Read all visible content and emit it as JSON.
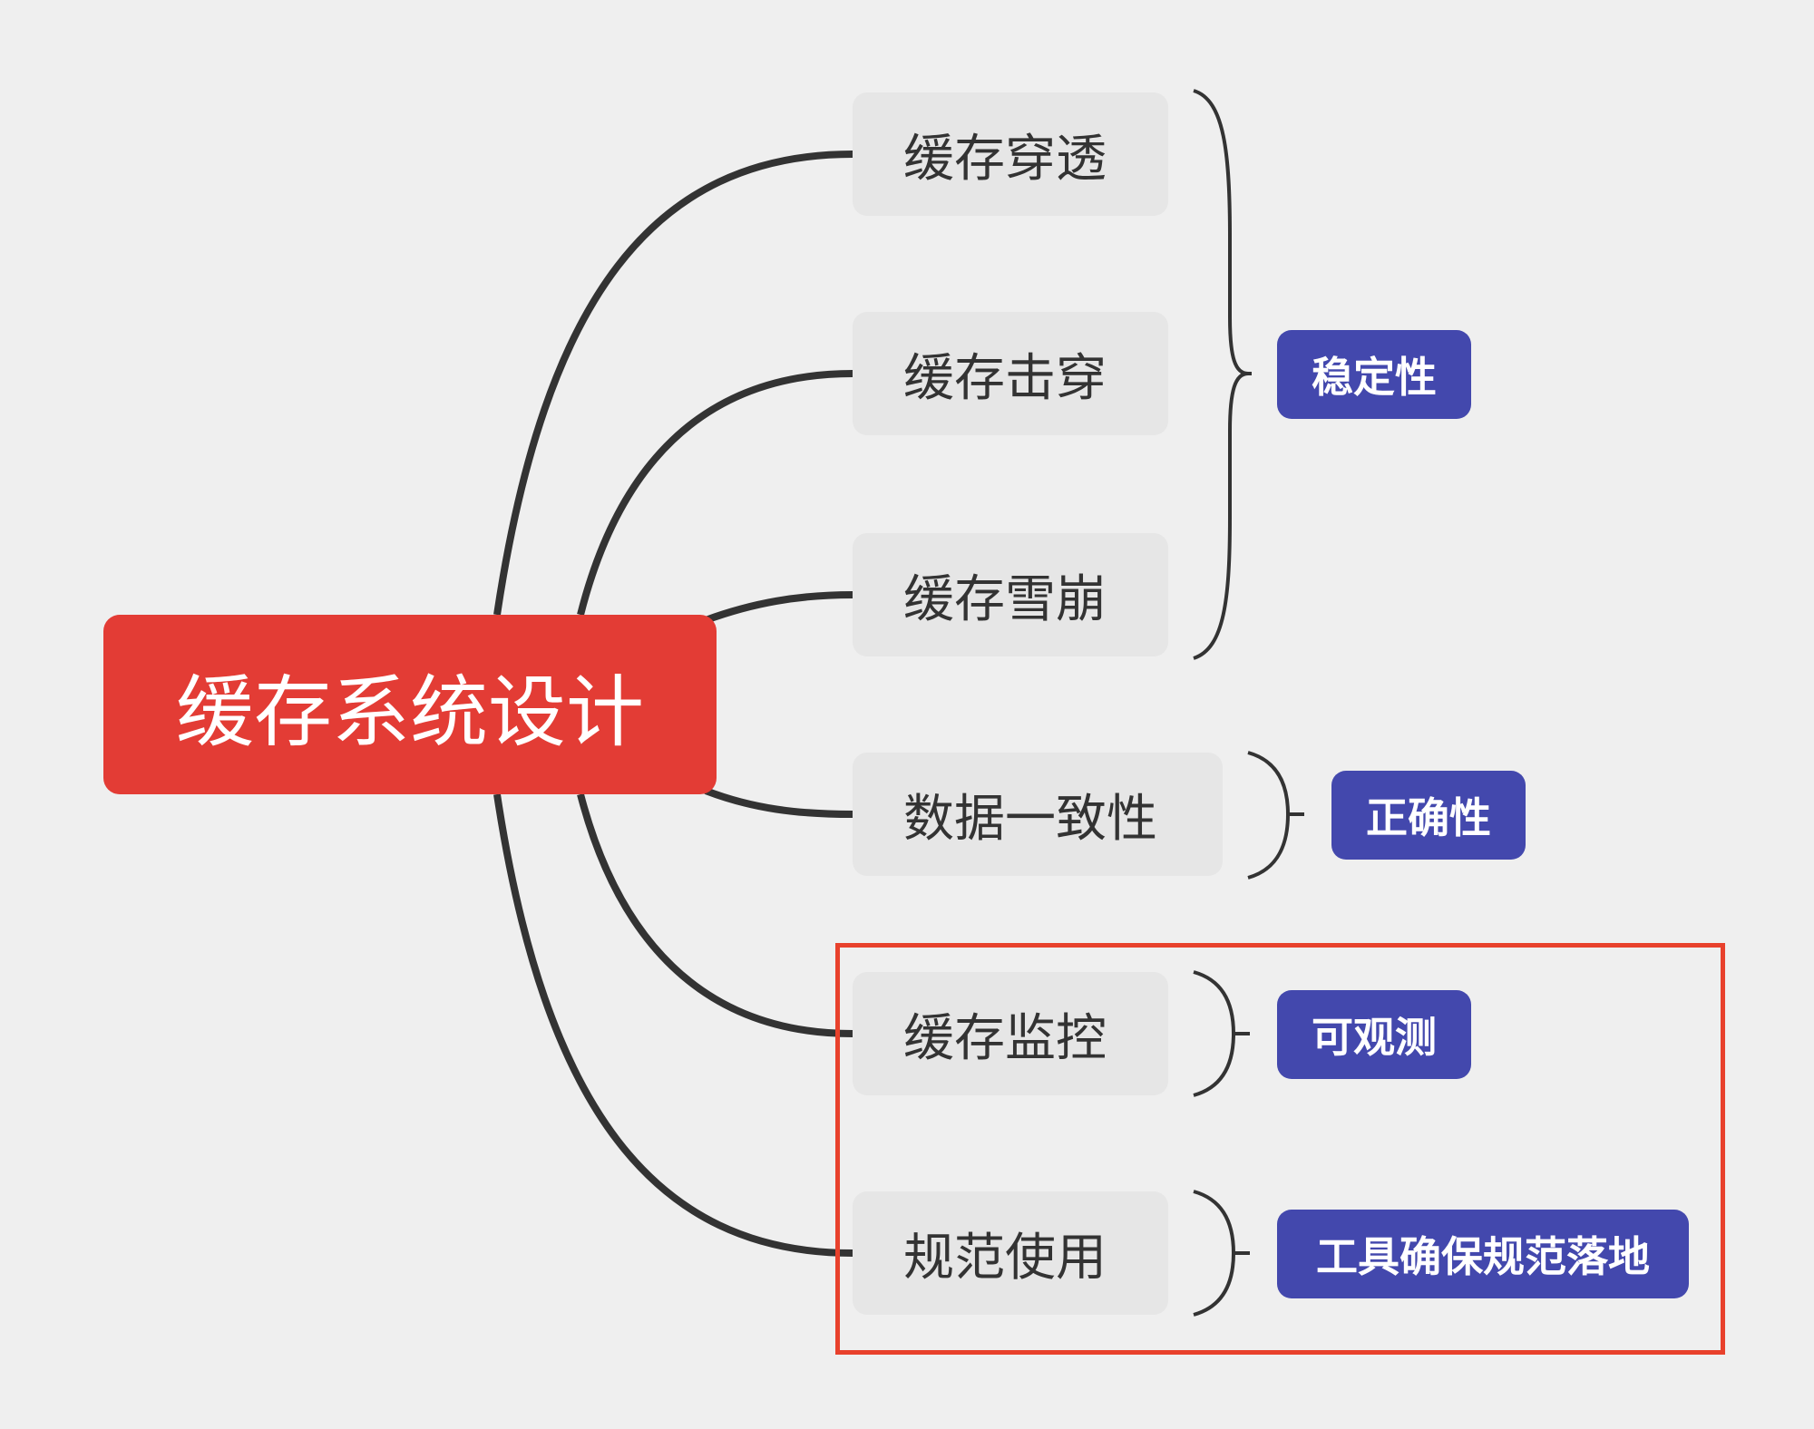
{
  "root": {
    "label": "缓存系统设计",
    "color": "#e33c35"
  },
  "branches": [
    {
      "label": "缓存穿透"
    },
    {
      "label": "缓存击穿"
    },
    {
      "label": "缓存雪崩"
    },
    {
      "label": "数据一致性"
    },
    {
      "label": "缓存监控"
    },
    {
      "label": "规范使用"
    }
  ],
  "tags": [
    {
      "label": "稳定性",
      "groups": [
        "缓存穿透",
        "缓存击穿",
        "缓存雪崩"
      ]
    },
    {
      "label": "正确性",
      "groups": [
        "数据一致性"
      ]
    },
    {
      "label": "可观测",
      "groups": [
        "缓存监控"
      ]
    },
    {
      "label": "工具确保规范落地",
      "groups": [
        "规范使用"
      ]
    }
  ],
  "colors": {
    "background": "#efefef",
    "branch_fill": "#e6e6e6",
    "tag_fill": "#4348ad",
    "connector": "#333333",
    "highlight": "#e8412c"
  }
}
